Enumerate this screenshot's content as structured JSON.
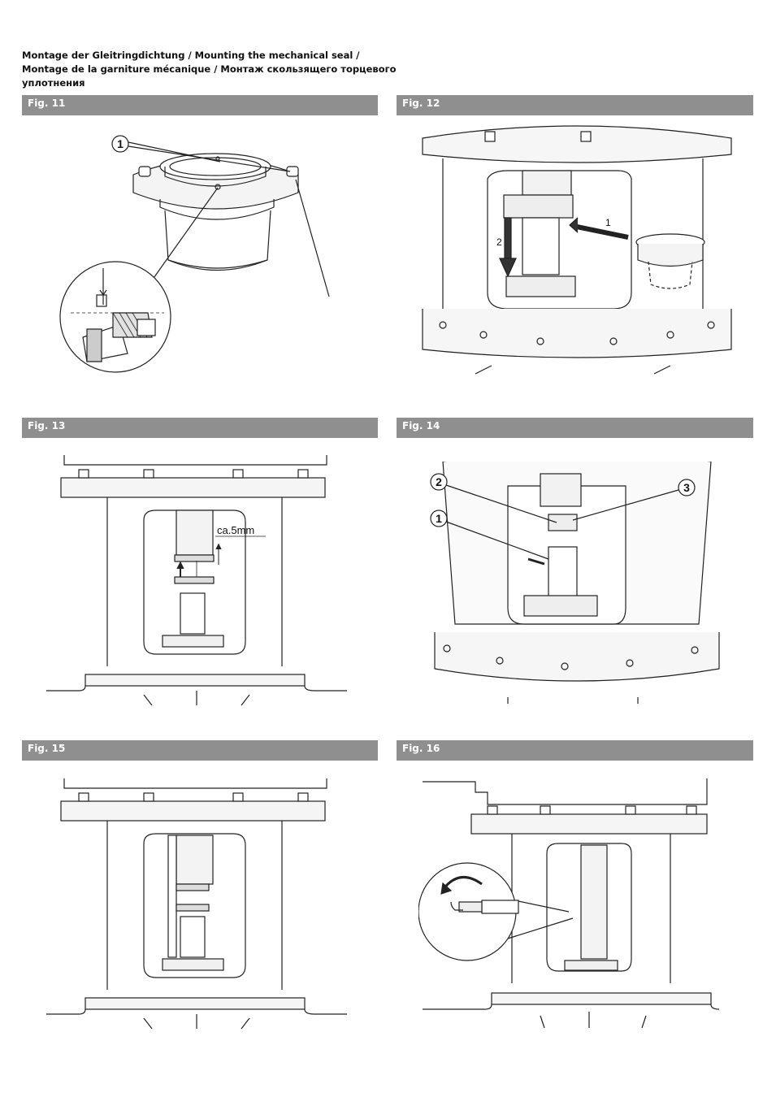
{
  "heading": {
    "line1": "Montage der Gleitringdichtung / Mounting the mechanical seal /",
    "line2": "Montage de la garniture mécanique / Монтаж скользящего торцевого",
    "line3": "уплотнения"
  },
  "figures": {
    "fig11": {
      "label": "Fig. 11",
      "callout": "1"
    },
    "fig12": {
      "label": "Fig. 12",
      "step1": "1",
      "step2": "2"
    },
    "fig13": {
      "label": "Fig. 13",
      "dimension": "ca.5mm"
    },
    "fig14": {
      "label": "Fig. 14",
      "callout1": "1",
      "callout2": "2",
      "callout3": "3"
    },
    "fig15": {
      "label": "Fig. 15"
    },
    "fig16": {
      "label": "Fig. 16"
    }
  }
}
